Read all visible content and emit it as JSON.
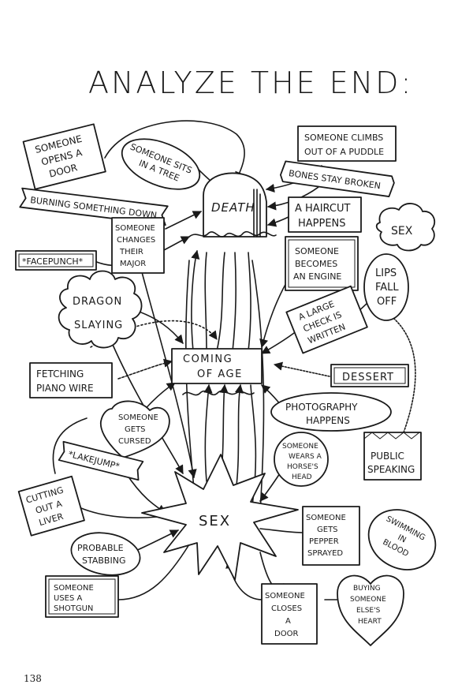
{
  "title": "Analyze the End:",
  "page_number": "138",
  "hubs": {
    "death": "Death",
    "coming_of_age": [
      "Coming",
      "of Age"
    ],
    "sex": "Sex"
  },
  "nodes": {
    "opens_door": [
      "Someone",
      "opens a",
      "door"
    ],
    "sits_tree": [
      "Someone sits",
      "in a tree"
    ],
    "climbs_puddle": [
      "Someone climbs",
      "out of a puddle"
    ],
    "bones": "Bones stay broken",
    "burning": "Burning something down",
    "haircut": [
      "A haircut",
      "happens"
    ],
    "sex_cloud": "Sex",
    "changes_major": [
      "Someone",
      "changes",
      "their",
      "major"
    ],
    "engine": [
      "Someone",
      "becomes",
      "an engine"
    ],
    "facepunch": "*Facepunch*",
    "lips": [
      "Lips",
      "fall",
      "off"
    ],
    "dragon": [
      "Dragon",
      "Slaying"
    ],
    "check": [
      "A large",
      "check is",
      "written"
    ],
    "dessert": "Dessert",
    "piano_wire": [
      "Fetching",
      "piano wire"
    ],
    "photography": [
      "Photography",
      "happens"
    ],
    "cursed": [
      "Someone",
      "gets",
      "cursed"
    ],
    "horse_head": [
      "Someone",
      "wears a",
      "horse's",
      "head"
    ],
    "public_speaking": [
      "Public",
      "speaking"
    ],
    "lakejump": "*Lakejump*",
    "liver": [
      "Cutting",
      "out a",
      "liver"
    ],
    "pepper": [
      "Someone",
      "gets",
      "pepper",
      "sprayed"
    ],
    "blood": [
      "Swimming",
      "in",
      "blood"
    ],
    "stabbing": [
      "Probable",
      "stabbing"
    ],
    "shotgun": [
      "Someone",
      "uses a",
      "shotgun"
    ],
    "heart": [
      "Buying",
      "someone",
      "else's",
      "heart"
    ],
    "closes_door": [
      "Someone",
      "closes",
      "a",
      "door"
    ]
  }
}
